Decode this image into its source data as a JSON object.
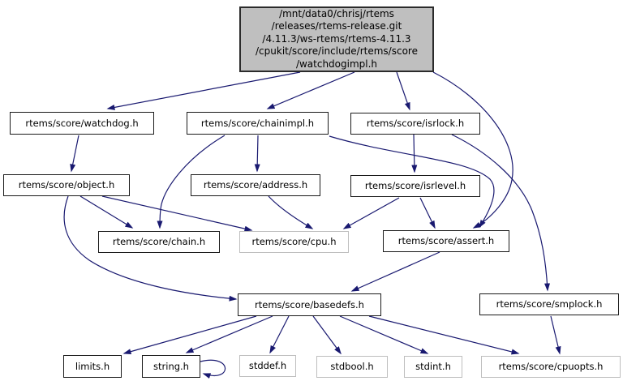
{
  "graph": {
    "edge_color": "#191970",
    "focus_fill": "#bfbfbf",
    "node_fill": "#ffffff",
    "documented_border": "#1a1a1a",
    "undocumented_border": "#bebebe",
    "nodes": {
      "watchdogimpl": {
        "label": "/mnt/data0/chrisj/rtems\n/releases/rtems-release.git\n/4.11.3/ws-rtems/rtems-4.11.3\n/cpukit/score/include/rtems/score\n/watchdogimpl.h"
      },
      "watchdog": {
        "label": "rtems/score/watchdog.h"
      },
      "chainimpl": {
        "label": "rtems/score/chainimpl.h"
      },
      "isrlock": {
        "label": "rtems/score/isrlock.h"
      },
      "object": {
        "label": "rtems/score/object.h"
      },
      "address": {
        "label": "rtems/score/address.h"
      },
      "isrlevel": {
        "label": "rtems/score/isrlevel.h"
      },
      "chain": {
        "label": "rtems/score/chain.h"
      },
      "cpu": {
        "label": "rtems/score/cpu.h"
      },
      "assert": {
        "label": "rtems/score/assert.h"
      },
      "basedefs": {
        "label": "rtems/score/basedefs.h"
      },
      "smplock": {
        "label": "rtems/score/smplock.h"
      },
      "limits": {
        "label": "limits.h"
      },
      "string": {
        "label": "string.h"
      },
      "stddef": {
        "label": "stddef.h"
      },
      "stdbool": {
        "label": "stdbool.h"
      },
      "stdint": {
        "label": "stdint.h"
      },
      "cpuopts": {
        "label": "rtems/score/cpuopts.h"
      }
    },
    "edges": [
      {
        "from": "watchdogimpl",
        "to": "watchdog"
      },
      {
        "from": "watchdogimpl",
        "to": "chainimpl"
      },
      {
        "from": "watchdogimpl",
        "to": "isrlock"
      },
      {
        "from": "watchdogimpl",
        "to": "assert"
      },
      {
        "from": "watchdog",
        "to": "object"
      },
      {
        "from": "chainimpl",
        "to": "address"
      },
      {
        "from": "chainimpl",
        "to": "chain"
      },
      {
        "from": "chainimpl",
        "to": "assert"
      },
      {
        "from": "isrlock",
        "to": "isrlevel"
      },
      {
        "from": "isrlock",
        "to": "smplock"
      },
      {
        "from": "isrlevel",
        "to": "cpu"
      },
      {
        "from": "isrlevel",
        "to": "assert"
      },
      {
        "from": "object",
        "to": "chain"
      },
      {
        "from": "object",
        "to": "cpu"
      },
      {
        "from": "object",
        "to": "basedefs"
      },
      {
        "from": "address",
        "to": "cpu"
      },
      {
        "from": "assert",
        "to": "basedefs"
      },
      {
        "from": "basedefs",
        "to": "limits"
      },
      {
        "from": "basedefs",
        "to": "string"
      },
      {
        "from": "basedefs",
        "to": "stddef"
      },
      {
        "from": "basedefs",
        "to": "stdbool"
      },
      {
        "from": "basedefs",
        "to": "stdint"
      },
      {
        "from": "basedefs",
        "to": "cpuopts"
      },
      {
        "from": "smplock",
        "to": "cpuopts"
      },
      {
        "from": "string",
        "to": "string"
      }
    ]
  }
}
